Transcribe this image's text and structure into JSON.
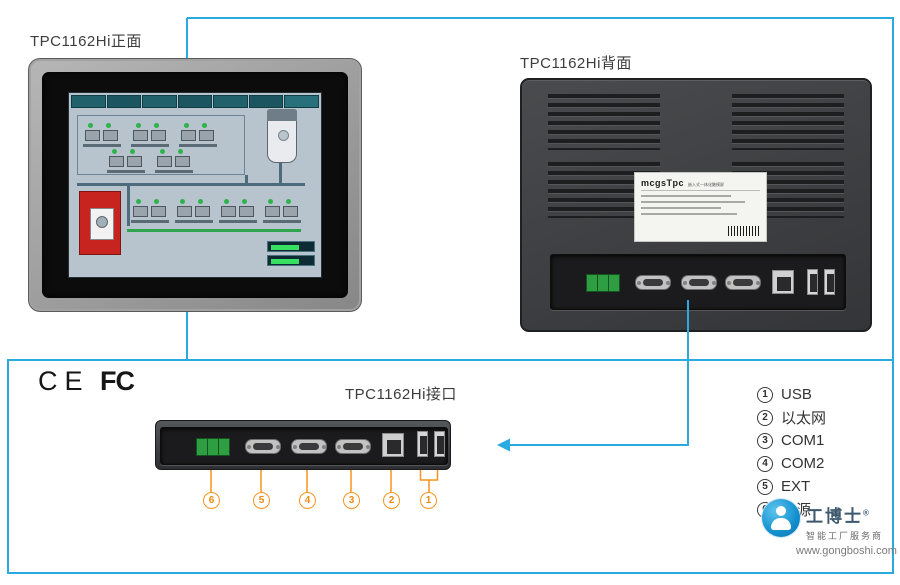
{
  "colors": {
    "accent_blue": "#29abe2",
    "callout_orange": "#f7941d"
  },
  "views": {
    "front": {
      "label": "TPC1162Hi正面"
    },
    "back": {
      "label": "TPC1162Hi背面"
    },
    "interface": {
      "label": "TPC1162Hi接口"
    }
  },
  "back_label": {
    "brand": "mcgsTpc",
    "caption": "嵌入式一体化触摸屏"
  },
  "callouts": [
    "6",
    "5",
    "4",
    "3",
    "2",
    "1"
  ],
  "legend": [
    {
      "num": "1",
      "label": "USB"
    },
    {
      "num": "2",
      "label": "以太网"
    },
    {
      "num": "3",
      "label": "COM1"
    },
    {
      "num": "4",
      "label": "COM2"
    },
    {
      "num": "5",
      "label": "EXT"
    },
    {
      "num": "6",
      "label": "电源"
    }
  ],
  "certifications": {
    "ce": "CE",
    "fcc": "FC"
  },
  "watermark": {
    "title": "工博士",
    "reg": "®",
    "subtitle": "智能工厂服务商",
    "url": "www.gongboshi.com"
  }
}
